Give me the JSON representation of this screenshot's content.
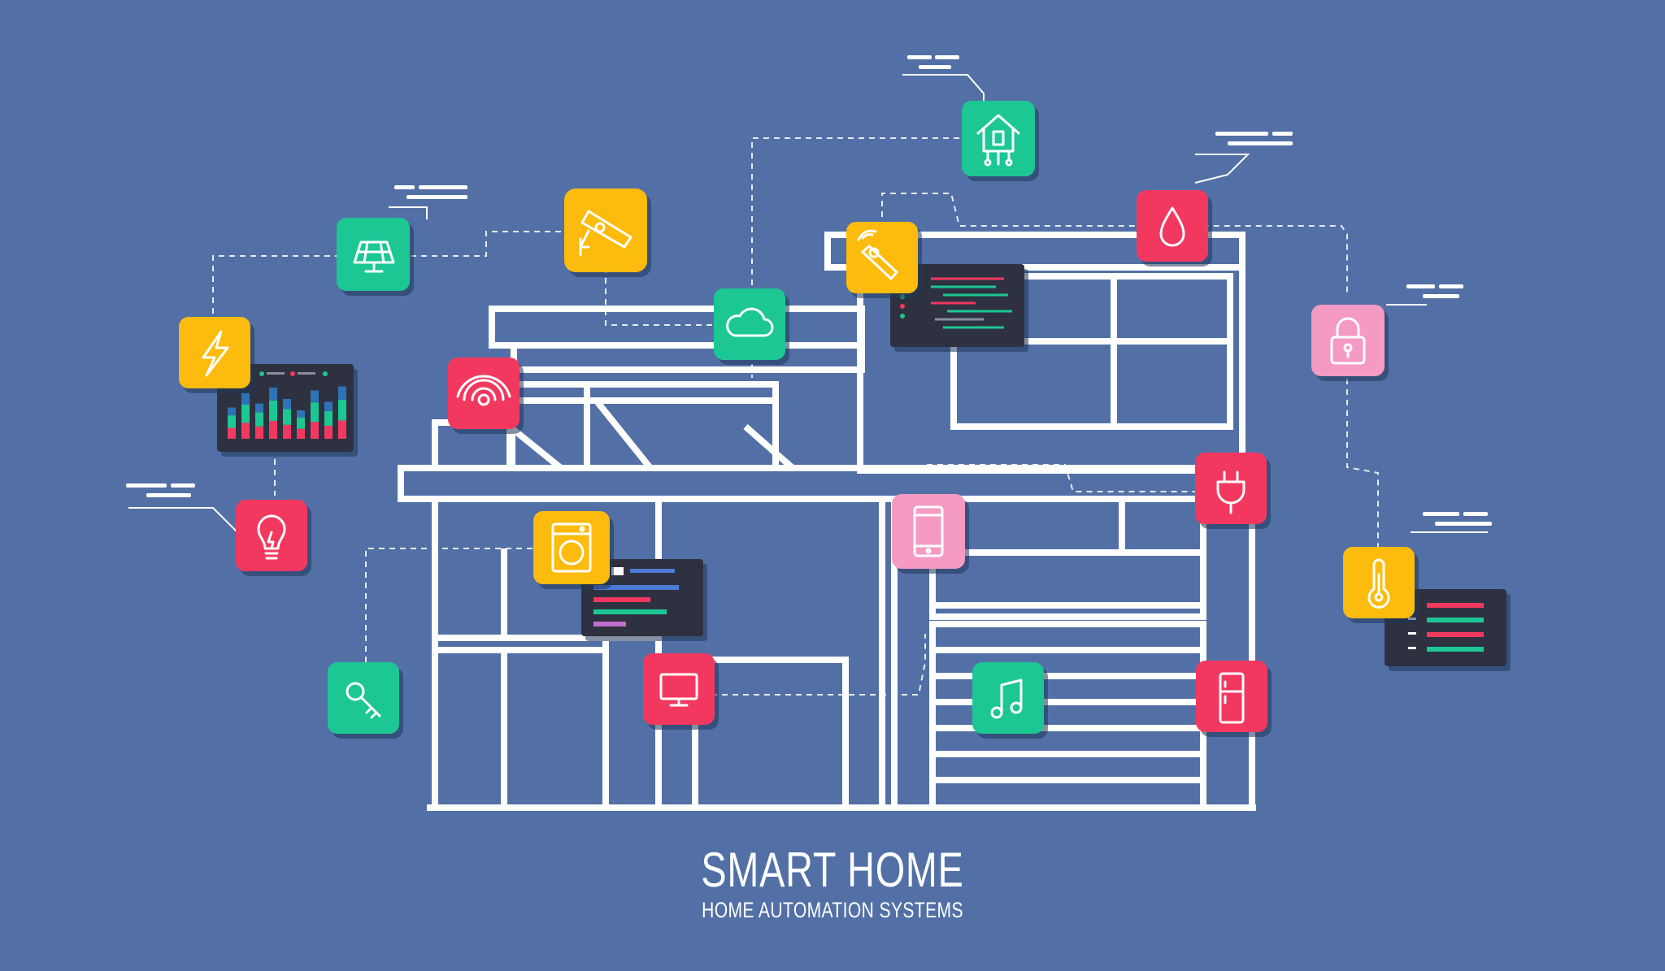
{
  "title": "SMART HOME",
  "subtitle": "HOME AUTOMATION SYSTEMS",
  "colors": {
    "background": "#5270a6",
    "outline": "#ffffff",
    "green": "#1dc794",
    "yellow": "#fcbb0a",
    "red": "#f3385e",
    "pink": "#f59ac2",
    "panel": "#2e3240"
  },
  "tiles": [
    {
      "name": "smart-home-hub-icon",
      "color": "green"
    },
    {
      "name": "solar-panel-icon",
      "color": "green"
    },
    {
      "name": "security-camera-icon",
      "color": "yellow"
    },
    {
      "name": "remote-control-icon",
      "color": "yellow"
    },
    {
      "name": "water-drop-icon",
      "color": "red"
    },
    {
      "name": "padlock-icon",
      "color": "pink"
    },
    {
      "name": "lightning-bolt-icon",
      "color": "yellow"
    },
    {
      "name": "cloud-icon",
      "color": "green"
    },
    {
      "name": "wifi-signal-icon",
      "color": "red"
    },
    {
      "name": "light-bulb-icon",
      "color": "red"
    },
    {
      "name": "power-plug-icon",
      "color": "red"
    },
    {
      "name": "smartphone-icon",
      "color": "pink"
    },
    {
      "name": "washing-machine-icon",
      "color": "yellow"
    },
    {
      "name": "thermometer-icon",
      "color": "yellow"
    },
    {
      "name": "key-icon",
      "color": "green"
    },
    {
      "name": "monitor-icon",
      "color": "red"
    },
    {
      "name": "music-note-icon",
      "color": "green"
    },
    {
      "name": "refrigerator-icon",
      "color": "red"
    }
  ],
  "energy_panel": {
    "bars": [
      0.55,
      0.8,
      0.62,
      0.9,
      0.7,
      0.5,
      0.85,
      0.65,
      0.92
    ]
  }
}
